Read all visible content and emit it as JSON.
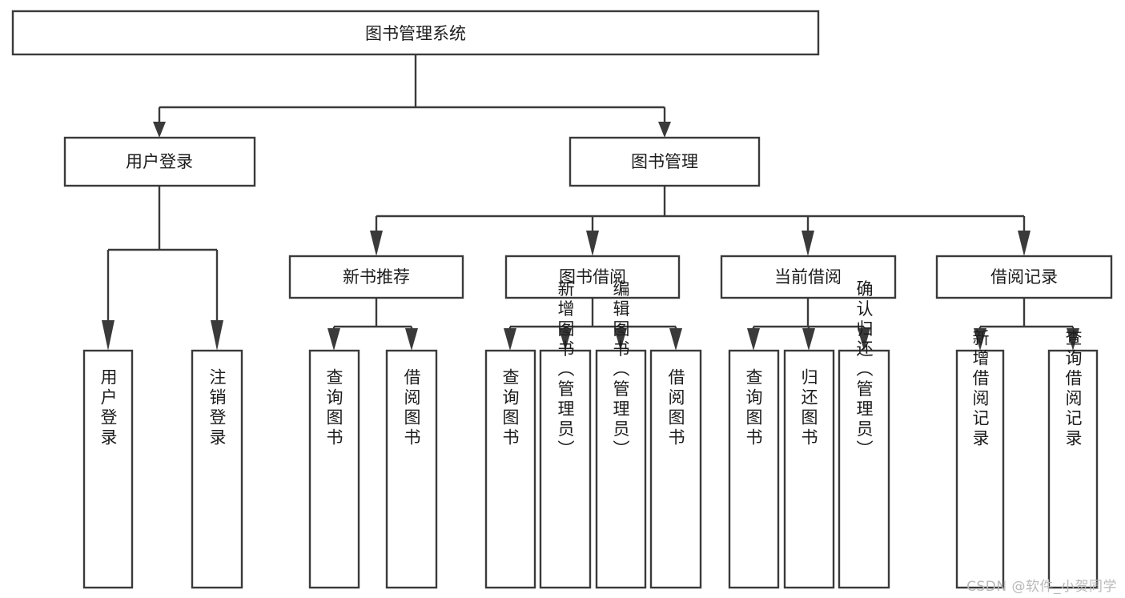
{
  "diagram": {
    "title": "图书管理系统",
    "type": "hierarchy-tree",
    "levels": [
      {
        "level": 1,
        "nodes": [
          {
            "id": "root",
            "label": "图书管理系统",
            "orientation": "horizontal"
          }
        ]
      },
      {
        "level": 2,
        "nodes": [
          {
            "id": "user-login",
            "label": "用户登录",
            "orientation": "horizontal",
            "parent": "root"
          },
          {
            "id": "book-manage",
            "label": "图书管理",
            "orientation": "horizontal",
            "parent": "root"
          }
        ]
      },
      {
        "level": 3,
        "nodes": [
          {
            "id": "new-book-rec",
            "label": "新书推荐",
            "orientation": "horizontal",
            "parent": "book-manage"
          },
          {
            "id": "book-borrow",
            "label": "图书借阅",
            "orientation": "horizontal",
            "parent": "book-manage"
          },
          {
            "id": "current-borrow",
            "label": "当前借阅",
            "orientation": "horizontal",
            "parent": "book-manage"
          },
          {
            "id": "borrow-record",
            "label": "借阅记录",
            "orientation": "horizontal",
            "parent": "book-manage"
          }
        ]
      },
      {
        "level": 4,
        "nodes": [
          {
            "id": "leaf-user-login",
            "label": "用户登录",
            "orientation": "vertical",
            "parent": "user-login"
          },
          {
            "id": "leaf-logout",
            "label": "注销登录",
            "orientation": "vertical",
            "parent": "user-login"
          },
          {
            "id": "leaf-query-book-1",
            "label": "查询图书",
            "orientation": "vertical",
            "parent": "new-book-rec"
          },
          {
            "id": "leaf-borrow-book-1",
            "label": "借阅图书",
            "orientation": "vertical",
            "parent": "new-book-rec"
          },
          {
            "id": "leaf-query-book-2",
            "label": "查询图书",
            "orientation": "vertical",
            "parent": "book-borrow"
          },
          {
            "id": "leaf-add-book",
            "label": "新增图书（管理员）",
            "orientation": "vertical",
            "parent": "book-borrow"
          },
          {
            "id": "leaf-edit-book",
            "label": "编辑图书（管理员）",
            "orientation": "vertical",
            "parent": "book-borrow"
          },
          {
            "id": "leaf-borrow-book-2",
            "label": "借阅图书",
            "orientation": "vertical",
            "parent": "book-borrow"
          },
          {
            "id": "leaf-query-book-3",
            "label": "查询图书",
            "orientation": "vertical",
            "parent": "current-borrow"
          },
          {
            "id": "leaf-return-book",
            "label": "归还图书",
            "orientation": "vertical",
            "parent": "current-borrow"
          },
          {
            "id": "leaf-confirm-return",
            "label": "确认归还（管理员）",
            "orientation": "vertical",
            "parent": "current-borrow"
          },
          {
            "id": "leaf-add-record",
            "label": "新增借阅记录",
            "orientation": "vertical",
            "parent": "borrow-record"
          },
          {
            "id": "leaf-query-record",
            "label": "查询借阅记录",
            "orientation": "vertical",
            "parent": "borrow-record"
          }
        ]
      }
    ],
    "colors": {
      "box_stroke": "#3a3a3a",
      "box_fill": "#ffffff",
      "text": "#1c1c1c",
      "connector": "#3a3a3a",
      "background": "#ffffff",
      "watermark": "#b9b9b9"
    }
  },
  "watermark": {
    "text": "CSDN @软件_小贺同学"
  }
}
